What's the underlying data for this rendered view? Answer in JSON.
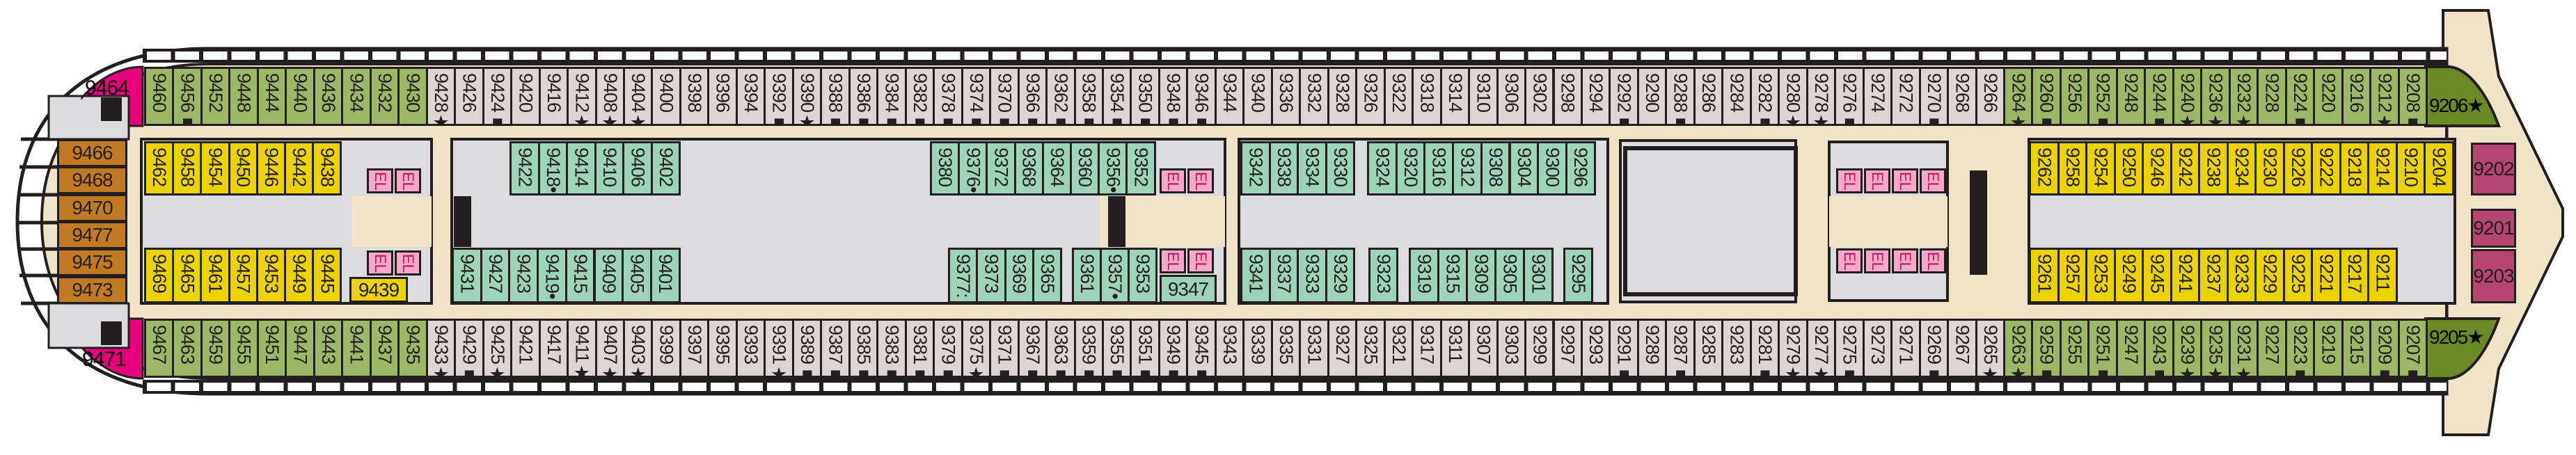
{
  "colors": {
    "green": "#9cb866",
    "grey": "#ddd5d3",
    "teal": "#9dd4b9",
    "yellow": "#ecd200",
    "orange": "#c17a22",
    "magenta": "#e6007e",
    "maroon": "#b4456e",
    "darkgreen": "#6b8a25",
    "beige": "#f1e3c7",
    "floor": "#dcdcde"
  },
  "elevator_label": "EL",
  "top_row": [
    {
      "category": "green",
      "cabins": [
        "9460",
        "9456■",
        "9452",
        "9448",
        "9444",
        "9440",
        "9436",
        "9434",
        "9432",
        "9430"
      ]
    },
    {
      "category": "grey",
      "cabins": [
        "9428★",
        "9426",
        "9424■",
        "9420",
        "9416",
        "9412★",
        "9408★",
        "9404★",
        "9400",
        "9398",
        "9396",
        "9394",
        "9392■",
        "9390★",
        "9388■",
        "9386■",
        "9384■",
        "9382■",
        "9378■",
        "9374■",
        "9370■",
        "9366■",
        "9362■",
        "9358■",
        "9354■",
        "9350■",
        "9348■",
        "9346■",
        "9344",
        "9340",
        "9336",
        "9332",
        "9328",
        "9326",
        "9322",
        "9318",
        "9314",
        "9310",
        "9306",
        "9302",
        "9298",
        "9294",
        "9292■",
        "9290",
        "9288■",
        "9286",
        "9284",
        "9282■",
        "9280★",
        "9278★",
        "9276■",
        "9274",
        "9272",
        "9270■",
        "9268",
        "9266"
      ]
    },
    {
      "category": "green",
      "cabins": [
        "9264★",
        "9260■",
        "9256",
        "9252■",
        "9248",
        "9244■",
        "9240★",
        "9236★",
        "9232★",
        "9228",
        "9224■",
        "9220",
        "9216",
        "9212★",
        "9208■"
      ]
    }
  ],
  "bottom_row": [
    {
      "category": "green",
      "cabins": [
        "9467",
        "9463",
        "9459",
        "9455",
        "9451",
        "9447",
        "9443",
        "9441",
        "9437",
        "9435"
      ]
    },
    {
      "category": "grey",
      "cabins": [
        "9433★",
        "9429■",
        "9425★",
        "9421",
        "9417",
        "9411★",
        "9407★",
        "9403★",
        "9399",
        "9397",
        "9395",
        "9393",
        "9391★",
        "9389■",
        "9387■",
        "9385■",
        "9383■",
        "9381■",
        "9379■",
        "9375★",
        "9371■",
        "9367■",
        "9363■",
        "9359■",
        "9355■",
        "9351■",
        "9349■",
        "9345■",
        "9343",
        "9339",
        "9335",
        "9331",
        "9327",
        "9325",
        "9321",
        "9317",
        "9311",
        "9307",
        "9303",
        "9299",
        "9297",
        "9293",
        "9291■",
        "9289",
        "9287■",
        "9285",
        "9283",
        "9281■",
        "9279★",
        "9277★",
        "9275■",
        "9273",
        "9271",
        "9269■",
        "9267",
        "9265★"
      ]
    },
    {
      "category": "green",
      "cabins": [
        "9263★",
        "9259■",
        "9255",
        "9251■",
        "9247",
        "9243■",
        "9239★",
        "9235★",
        "9231★",
        "9227",
        "9223■",
        "9219",
        "9215",
        "9209■",
        "9207■"
      ]
    }
  ],
  "upper_inner": [
    {
      "category": "yellow",
      "cabins": [
        "9462",
        "9458",
        "9454",
        "9450",
        "9446",
        "9442",
        "9438"
      ]
    },
    {
      "category": "teal",
      "cabins": [
        "9422",
        "9418•",
        "9414",
        "9410",
        "9406",
        "9402"
      ]
    },
    {
      "category": "teal",
      "cabins": [
        "9380",
        "9376•",
        "9372",
        "9368",
        "9364",
        "9360",
        "9356•",
        "9352"
      ]
    },
    {
      "category": "teal",
      "cabins": [
        "9342",
        "9338",
        "9334",
        "9330"
      ]
    },
    {
      "category": "teal",
      "cabins": [
        "9324",
        "9320",
        "9316",
        "9312",
        "9308",
        "9304",
        "9300",
        "9296"
      ]
    },
    {
      "category": "yellow",
      "cabins": [
        "9262",
        "9258",
        "9254",
        "9250",
        "9246",
        "9242",
        "9238",
        "9234",
        "9230",
        "9226",
        "9222",
        "9218",
        "9214",
        "9210",
        "9204"
      ]
    }
  ],
  "lower_inner": [
    {
      "category": "yellow",
      "cabins": [
        "9469",
        "9465",
        "9461",
        "9457",
        "9453",
        "9449",
        "9445"
      ]
    },
    {
      "category": "yellow",
      "cabins": [
        "9439"
      ]
    },
    {
      "category": "teal",
      "cabins": [
        "9431",
        "9427",
        "9423",
        "9419•",
        "9415",
        "9409",
        "9405",
        "9401"
      ]
    },
    {
      "category": "teal",
      "cabins": [
        "9377:",
        "9373",
        "9369",
        "9365"
      ]
    },
    {
      "category": "teal",
      "cabins": [
        "9361",
        "9357•",
        "9353"
      ]
    },
    {
      "category": "teal",
      "cabins": [
        "9347"
      ]
    },
    {
      "category": "teal",
      "cabins": [
        "9341",
        "9337",
        "9333",
        "9329"
      ]
    },
    {
      "category": "teal",
      "cabins": [
        "9323"
      ]
    },
    {
      "category": "teal",
      "cabins": [
        "9319",
        "9315",
        "9309",
        "9305",
        "9301"
      ]
    },
    {
      "category": "teal",
      "cabins": [
        "9295"
      ]
    },
    {
      "category": "yellow",
      "cabins": [
        "9261",
        "9257",
        "9253",
        "9249",
        "9245",
        "9241",
        "9237",
        "9233",
        "9229",
        "9225",
        "9221",
        "9217",
        "9211"
      ]
    }
  ],
  "aft": {
    "top_corner": "9464",
    "bottom_corner": "9471",
    "stern_cabins": [
      "9466",
      "9468",
      "9470",
      "9477",
      "9475",
      "9473"
    ]
  },
  "bow": {
    "top_corner": "9206★",
    "bottom_corner": "9205★",
    "suites": [
      "9202",
      "9201",
      "9203"
    ]
  }
}
